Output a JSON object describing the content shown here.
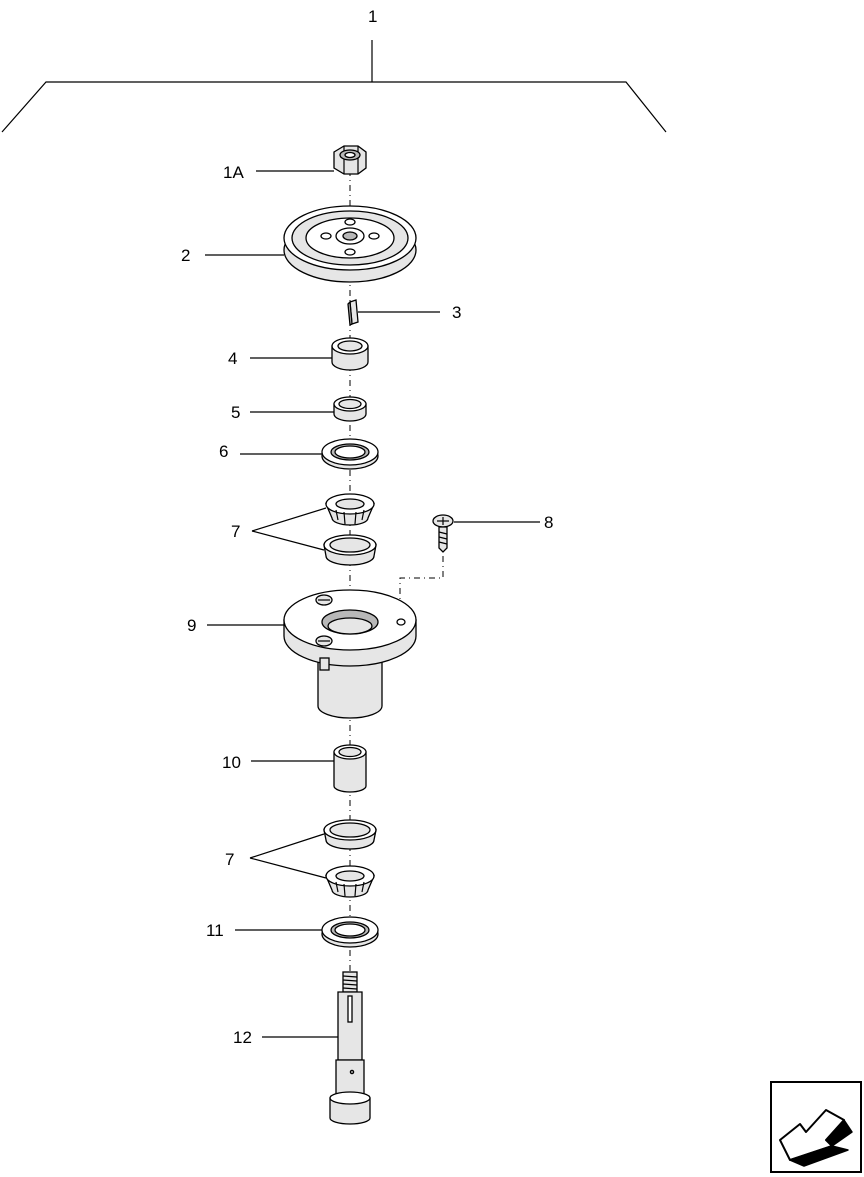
{
  "callouts": {
    "c1": "1",
    "c1a": "1A",
    "c2": "2",
    "c3": "3",
    "c4": "4",
    "c5": "5",
    "c6": "6",
    "c7_upper": "7",
    "c8": "8",
    "c9": "9",
    "c10": "10",
    "c7_lower": "7",
    "c11": "11",
    "c12": "12"
  },
  "nav_icon": "back-arrow-icon"
}
